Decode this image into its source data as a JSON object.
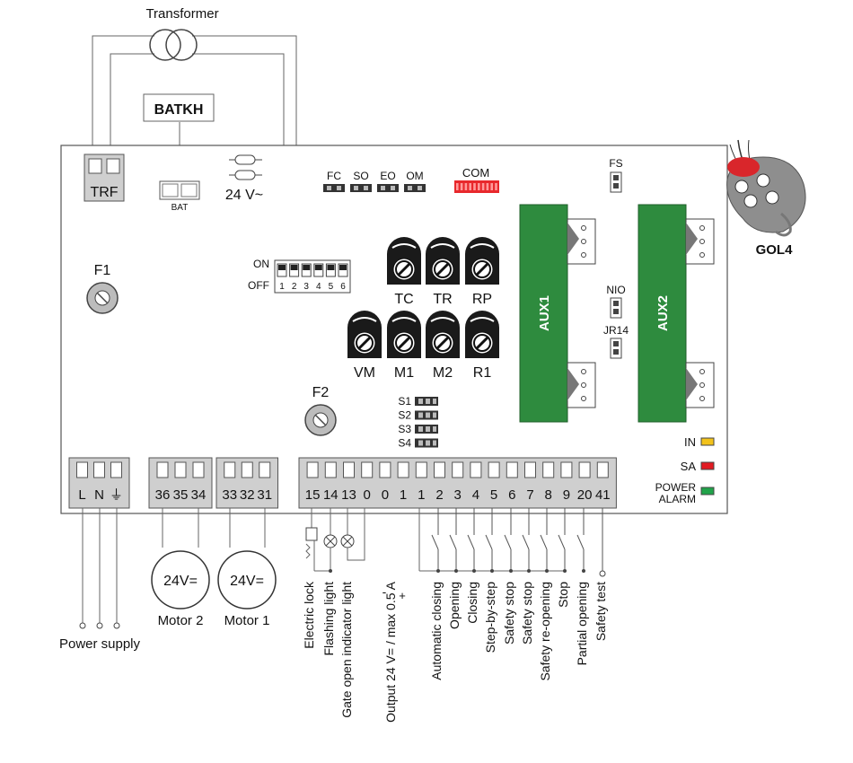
{
  "transformer": {
    "label": "Transformer"
  },
  "battery": {
    "label": "BATKH",
    "connector_label": "BAT"
  },
  "trf_label": "TRF",
  "supply_label": "24 V~",
  "jumpers_top": [
    "FC",
    "SO",
    "EO",
    "OM"
  ],
  "com_label": "COM",
  "fs_label": "FS",
  "remote": {
    "label": "GOL4"
  },
  "fuses": {
    "f1": "F1",
    "f2": "F2"
  },
  "dip": {
    "on": "ON",
    "off": "OFF",
    "numbers": [
      "1",
      "2",
      "3",
      "4",
      "5",
      "6"
    ]
  },
  "pots_row1": [
    "TC",
    "TR",
    "RP"
  ],
  "pots_row2": [
    "VM",
    "M1",
    "M2",
    "R1"
  ],
  "aux": [
    "AUX1",
    "AUX2"
  ],
  "nio_label": "NIO",
  "jr14_label": "JR14",
  "s_jumpers": [
    "S1",
    "S2",
    "S3",
    "S4"
  ],
  "leds": [
    {
      "label": "IN",
      "color": "#f2c21b"
    },
    {
      "label": "SA",
      "color": "#e11b22"
    },
    {
      "label": "POWER",
      "label2": "ALARM",
      "color": "#21a34a"
    }
  ],
  "power_terminals": [
    "L",
    "N",
    "⏚"
  ],
  "motor2_terminals": [
    "36",
    "35",
    "34"
  ],
  "motor1_terminals": [
    "33",
    "32",
    "31"
  ],
  "io_terminals": [
    "15",
    "14",
    "13",
    "0",
    "0",
    "1",
    "1",
    "2",
    "3",
    "4",
    "5",
    "6",
    "7",
    "8",
    "9",
    "20",
    "41"
  ],
  "motor2": {
    "voltage": "24V=",
    "label": "Motor 2"
  },
  "motor1": {
    "voltage": "24V=",
    "label": "Motor 1"
  },
  "power_supply_label": "Power supply",
  "output_polarity": [
    "-",
    "+"
  ],
  "io_labels": [
    "Electric lock",
    "Flashing light",
    "Gate open indicator light",
    "Output 24 V= / max 0.5 A",
    "Automatic closing",
    "Opening",
    "Closing",
    "Step-by-step",
    "Safety stop",
    "Safety stop",
    "Safety re-opening",
    "Stop",
    "Partial opening",
    "Safety test"
  ],
  "colors": {
    "aux_green": "#2e8b3e",
    "com_red": "#e8282c",
    "remote_red": "#d9262b"
  }
}
